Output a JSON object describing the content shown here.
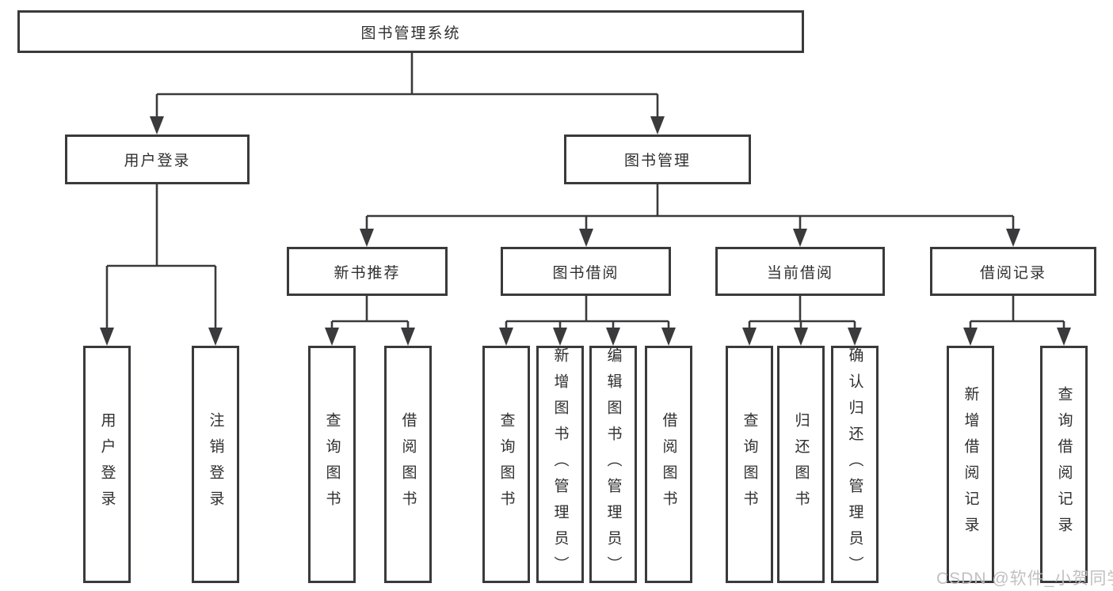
{
  "colors": {
    "line": "#3a3a3c",
    "text": "#2f2f2f",
    "watermark": "#bdbdbd"
  },
  "watermark": {
    "text": "CSDN @软件_小贺同学"
  },
  "nodes": {
    "root": "图书管理系统",
    "user_login": "用户登录",
    "book_mgmt": "图书管理",
    "new_book_rec": "新书推荐",
    "book_borrow": "图书借阅",
    "current_borrow": "当前借阅",
    "borrow_records": "借阅记录",
    "leaf_user_login": "用户登录",
    "leaf_logout": "注销登录",
    "leaf_nbr_query_books": "查询图书",
    "leaf_nbr_borrow_books": "借阅图书",
    "leaf_bb_query_books": "查询图书",
    "leaf_bb_add_books": "新增图书（管理员）",
    "leaf_bb_edit_books": "编辑图书（管理员）",
    "leaf_bb_borrow_books": "借阅图书",
    "leaf_cb_query_books": "查询图书",
    "leaf_cb_return_books": "归还图书",
    "leaf_cb_confirm_return": "确认归还（管理员）",
    "leaf_br_add_record": "新增借阅记录",
    "leaf_br_query_record": "查询借阅记录"
  }
}
